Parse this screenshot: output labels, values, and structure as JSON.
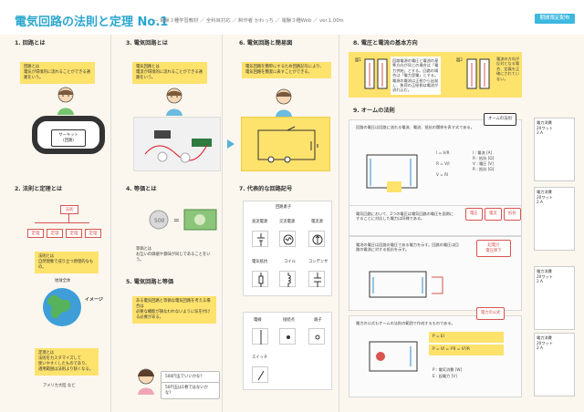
{
  "header": {
    "title": "電気回路の法則と定理 No.1",
    "meta": "― 電験３種学習教材 ／ 全科目対応 ／ 制作者 かわっち ／ 電験３種Web ／ ver.1.00m",
    "badge": "期間限定配布"
  },
  "s1": {
    "heading": "1. 回路とは",
    "note": "回路とは\n電気が環境的に流れることができる通路をいう。",
    "circuit": "サーキット\n(回路)"
  },
  "s2": {
    "heading": "2. 法則と定理とは",
    "law": "法則",
    "theorems": [
      "定理",
      "定理",
      "定理",
      "定理"
    ],
    "note1": "法則とは\n自然現象で成り立つ原理的なもの。",
    "earth_label": "地球全体",
    "image_label": "イメージ",
    "note2": "定理とは\n法則をカスタマイズして\n使いやすくしたものであり、\n適用範囲は法則より狭くなる。",
    "america": "アメリカ大陸 など"
  },
  "s3": {
    "heading": "3. 電気回路とは",
    "note": "電気回路とは\n電流が環境的に流れることができる通路をいう。"
  },
  "s4": {
    "heading": "4. 等価とは",
    "note": "等価とは\nお互いの価値や意味が同じであることをいう。"
  },
  "s5": {
    "heading": "5. 電気回路と等価",
    "note": "ある電気回路と等価な電気回路を考える場合は\n必要な機能が損なわれないように気を付ける必要がある。",
    "speech1": "500円玉でいいかな？",
    "speech2": "50円玉は1枚ではないかな？"
  },
  "s6": {
    "heading": "6. 電気回路と簡易図",
    "note": "電気回路を簡単にするため回路記号により、電気回路を簡潔に表すことができる。"
  },
  "s7": {
    "heading": "7. 代表的な回路記号",
    "group1": "回路素子",
    "row1": [
      "直流電源",
      "交流電源",
      "電流源"
    ],
    "row2": [
      "電気抵抗",
      "コイル",
      "コンデンサ"
    ],
    "row3": [
      "電線",
      "接続点",
      "端子"
    ],
    "row4": "スイッチ"
  },
  "s8": {
    "heading": "8. 電圧と電流の基本方向",
    "fig1": "図1",
    "fig2": "図2",
    "note1": "回路電源の電圧と電流の基準方向が同じの場合は「電力供給」とする。回路の場合は「電力受電」とする。電源の電流は正極から出発し、負荷の正極側は電流が流れ込む。",
    "note2": "電流の方向が反対となる場合、定義を正確にされていない。"
  },
  "s9": {
    "heading": "9. オームの法則",
    "card1": "回路の電圧は回路に流れる電流、電流、抵抗の関係を表す式である。",
    "formula1": [
      "I = V/R",
      "R = V/I",
      "V = RI"
    ],
    "legend1": [
      "I : 電流 [A]",
      "R : 抵抗 [Ω]",
      "V : 電圧 [V]",
      "R : 抵抗 [Ω]"
    ],
    "card2": "電気回路において、2つの電圧は電気回路の電圧を面倒にすることに対応した電力は同様である。",
    "card3": "電池の電圧は回路の電圧である電力を示す。回路の電圧は回路の電流に対する抵抗を示す。",
    "card4": "電力の公式もオームの法則の範囲で作成するものである。",
    "formula2": [
      "P = EI",
      "P = VI = I²R = V²/R"
    ],
    "legend2": [
      "P : 電気消費 [W]",
      "E : 起電力 [V]"
    ],
    "callouts": [
      "電圧",
      "電流",
      "抵抗"
    ],
    "quote1": "オームの法則",
    "quote2": "起電力\n電圧降下",
    "quote3": "電力の公式"
  },
  "side": {
    "cards": [
      {
        "t": "電力消費\n20ワット",
        "v": "2 A"
      },
      {
        "t": "電力消費\n20ワット",
        "v": "2 A"
      },
      {
        "t": "電力消費\n20ワット",
        "v": "2 A"
      },
      {
        "t": "電力消費\n20ワット",
        "v": "2 A"
      }
    ]
  }
}
